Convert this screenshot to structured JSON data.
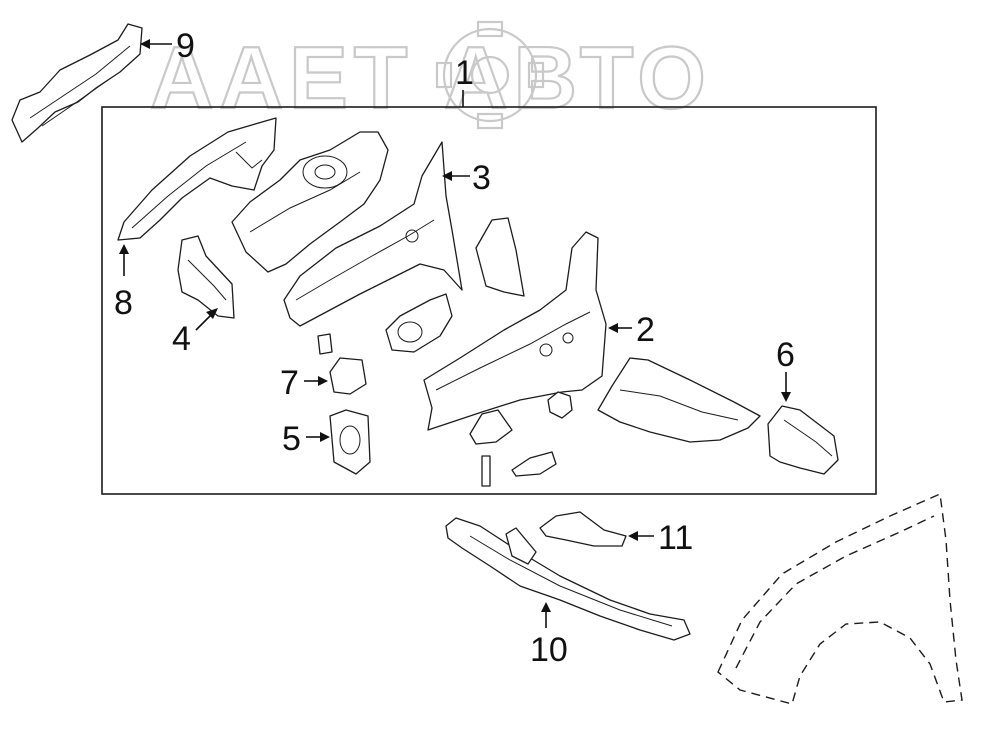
{
  "watermark": {
    "text": "ААЕТ АВТО"
  },
  "callouts": {
    "c1": "1",
    "c2": "2",
    "c3": "3",
    "c4": "4",
    "c5": "5",
    "c6": "6",
    "c7": "7",
    "c8": "8",
    "c9": "9",
    "c10": "10",
    "c11": "11"
  }
}
